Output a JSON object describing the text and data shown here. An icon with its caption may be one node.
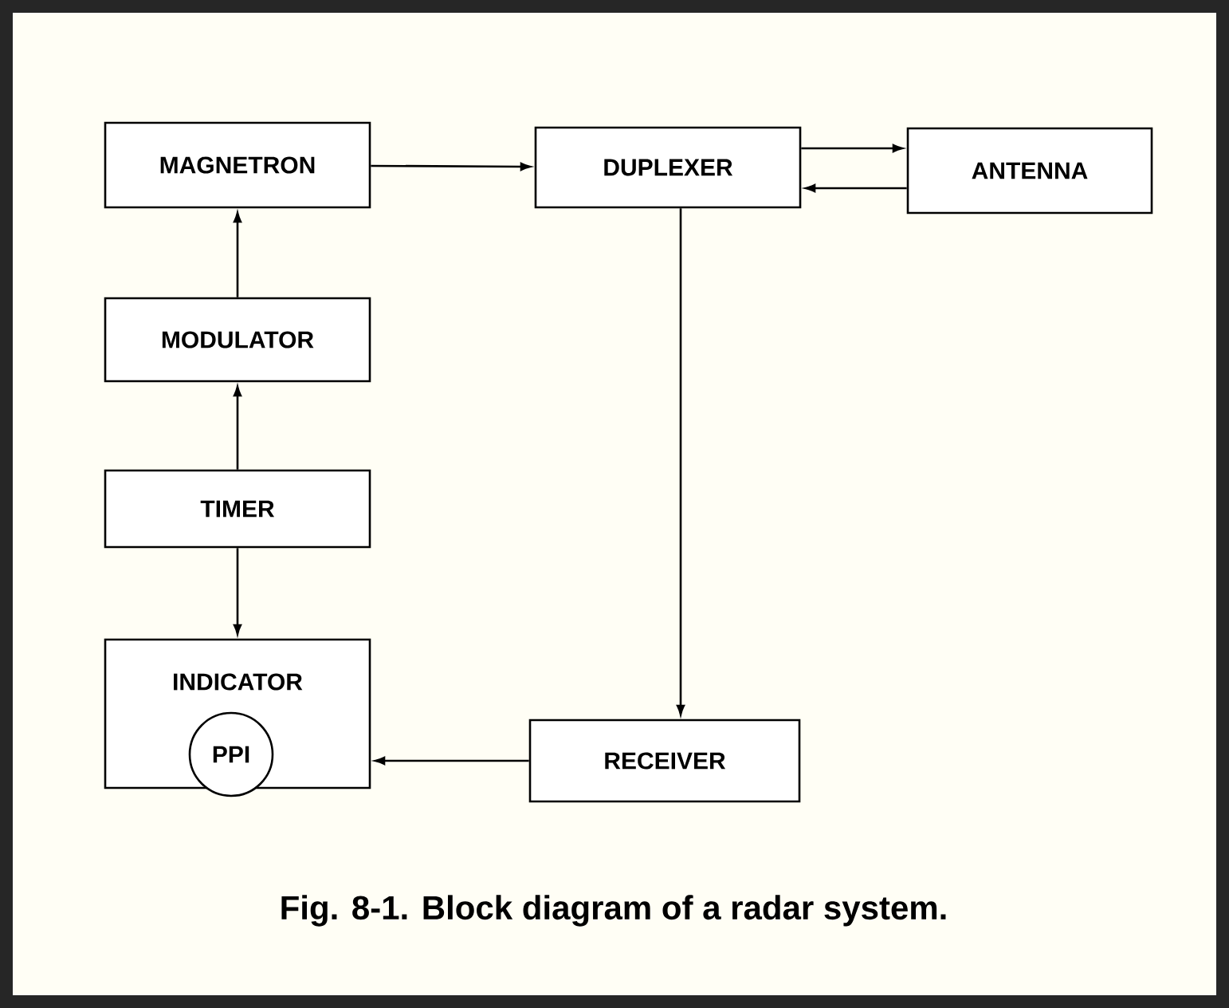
{
  "diagram": {
    "caption": "Fig. 8-1. Block diagram of a radar system.",
    "nodes": [
      {
        "text": [
          "MAGNETRON"
        ]
      },
      {
        "text": [
          "DUPLEXER"
        ]
      },
      {
        "text": [
          "ANTENNA"
        ]
      },
      {
        "text": [
          "MODULATOR"
        ]
      },
      {
        "text": [
          "TIMER"
        ]
      },
      {
        "text": [
          "INDICATOR"
        ]
      },
      {
        "text": [
          "PPI"
        ],
        "in": 5
      },
      {
        "text": [
          "RECEIVER"
        ]
      }
    ],
    "edges": [
      {
        "from": 0,
        "to": 1,
        "arrow": "to"
      },
      {
        "from": 1,
        "to": 2,
        "arrow": "to"
      },
      {
        "from": 2,
        "to": 1,
        "arrow": "to"
      },
      {
        "from": 3,
        "to": 0,
        "arrow": "to"
      },
      {
        "from": 4,
        "to": 3,
        "arrow": "to"
      },
      {
        "from": 4,
        "to": 5,
        "arrow": "to"
      },
      {
        "from": 1,
        "to": 7,
        "arrow": "to"
      },
      {
        "from": 7,
        "to": 5,
        "arrow": "to"
      }
    ]
  }
}
